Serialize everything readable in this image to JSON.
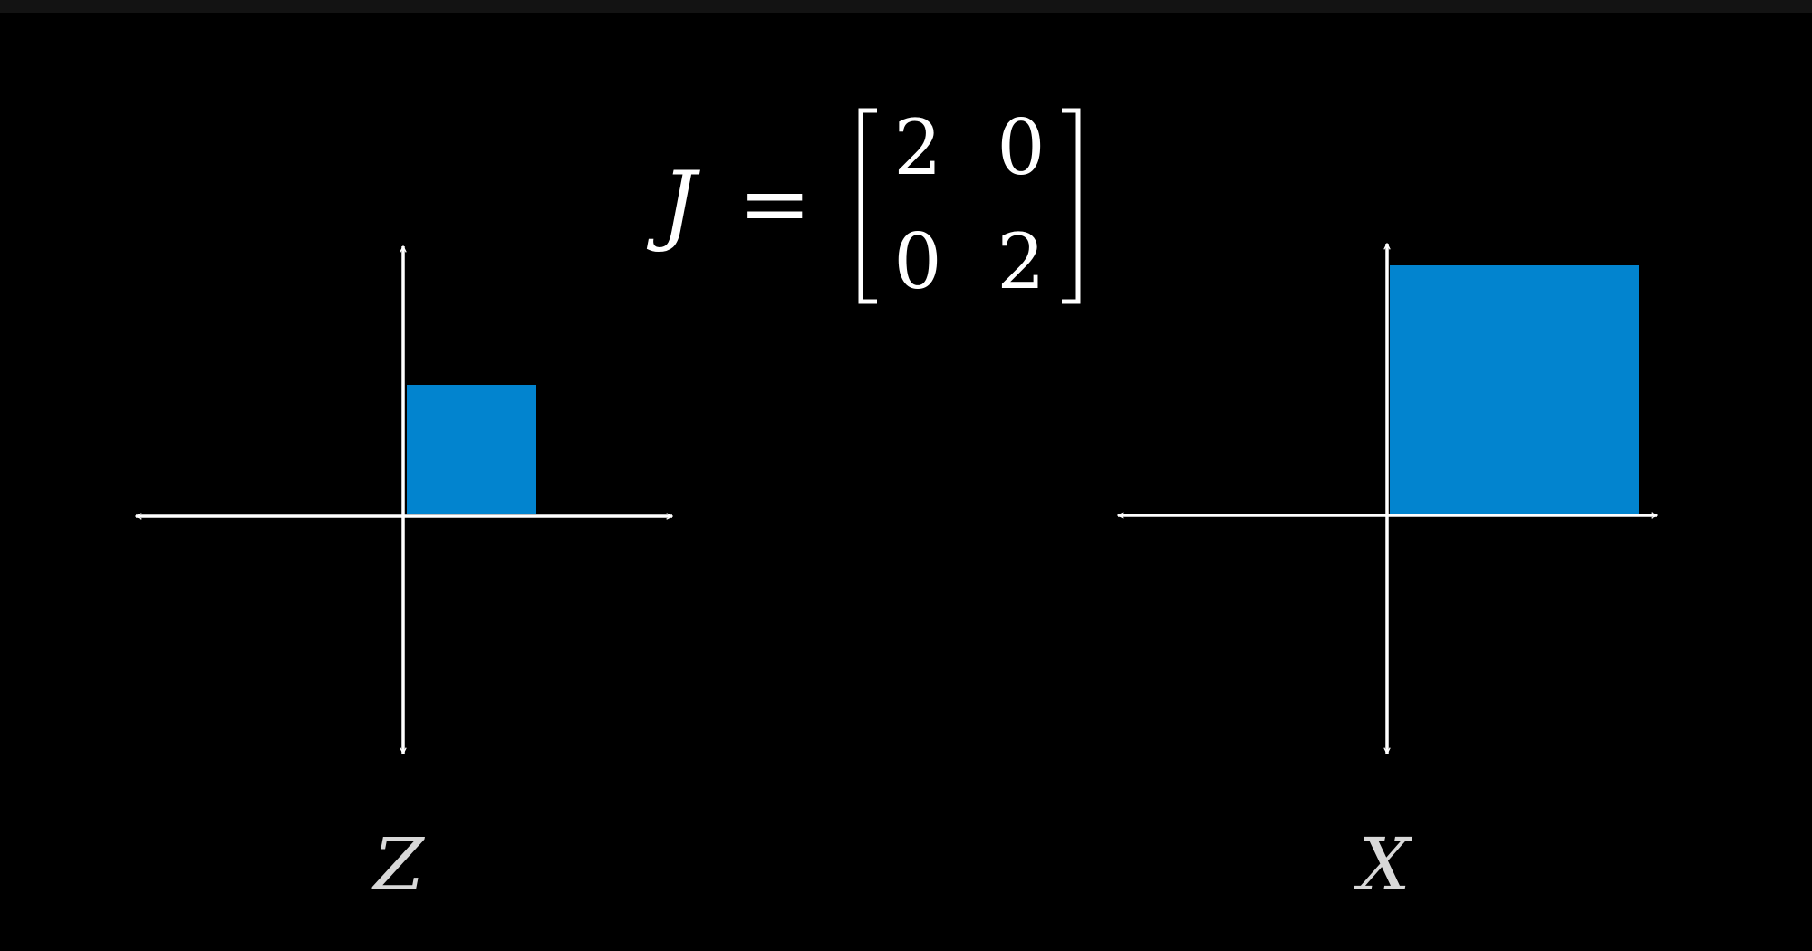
{
  "equation": {
    "lhs": "J",
    "equals": "=",
    "matrix": [
      [
        "2",
        "0"
      ],
      [
        "0",
        "2"
      ]
    ]
  },
  "plots": [
    {
      "label": "Z",
      "square_side_units": 1
    },
    {
      "label": "X",
      "square_side_units": 2
    }
  ],
  "colors": {
    "square": "#0284cf",
    "axes": "#ffffff",
    "background": "#000000"
  }
}
